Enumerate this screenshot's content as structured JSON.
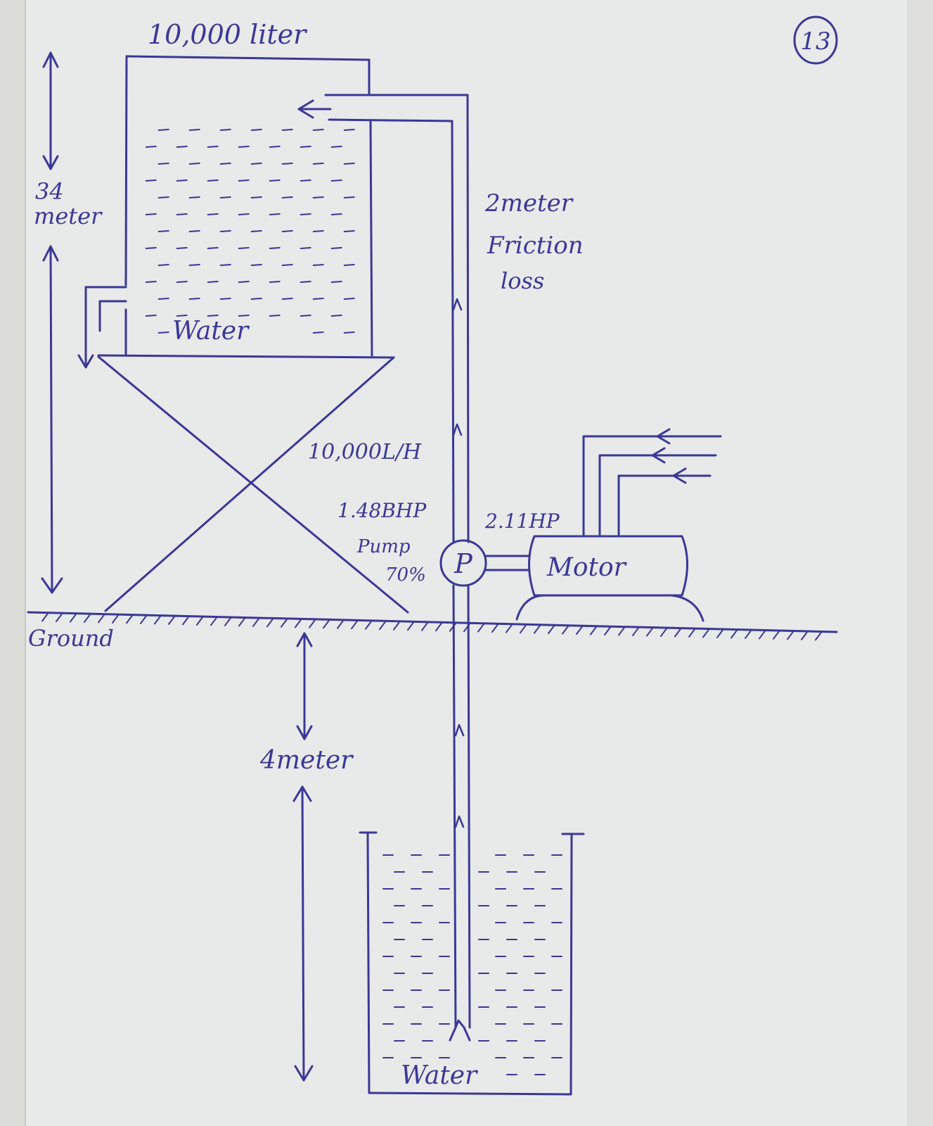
{
  "page_number": "13",
  "upper_tank": {
    "capacity_label": "10,000 liter",
    "content_label": "Water"
  },
  "lower_tank": {
    "content_label": "Water"
  },
  "dimensions": {
    "tank_height_number": "34",
    "tank_height_unit": "meter",
    "suction_depth_label": "4meter"
  },
  "friction": {
    "line1": "2meter",
    "line2": "Friction",
    "line3": "loss"
  },
  "pump": {
    "flow_label": "10,000L/H",
    "bhp_label": "1.48BHP",
    "name_label": "Pump",
    "efficiency_label": "70%",
    "symbol_label": "P"
  },
  "motor": {
    "power_label": "2.11HP",
    "name_label": "Motor"
  },
  "ground_label": "Ground",
  "colors": {
    "ink": "#3a3896",
    "paper": "#e9eaea"
  }
}
